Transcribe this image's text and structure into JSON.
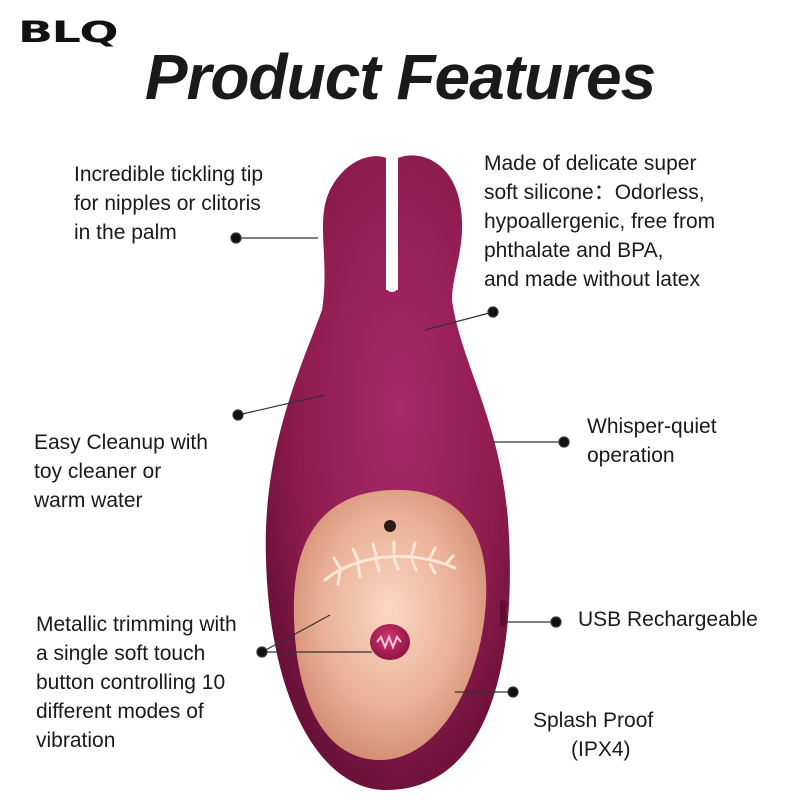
{
  "brand": {
    "logo_text": "BLQ"
  },
  "header": {
    "title": "Product Features"
  },
  "features": {
    "tip": "Incredible tickling tip\nfor nipples or clitoris\nin the palm",
    "silicone": "Made of delicate super\nsoft silicone：Odorless,\nhypoallergenic, free from\nphthalate and BPA,\nand made without latex",
    "cleanup": "Easy Cleanup with\ntoy cleaner or\nwarm water",
    "quiet": "Whisper-quiet\noperation",
    "trimming": "Metallic trimming with\na single soft touch\nbutton controlling 10\ndifferent modes of\nvibration",
    "usb": "USB Rechargeable",
    "splash_line1": "Splash Proof",
    "splash_line2": "(IPX4)"
  },
  "colors": {
    "body": "#8e1c4e",
    "body_shadow": "#5e0d31",
    "rose_gold": "#e8a98f",
    "button": "#b4245c",
    "text": "#1a1a1a"
  },
  "icons": {
    "button_glyph": "wave-icon",
    "emblem": "laurel-wreath-icon"
  }
}
